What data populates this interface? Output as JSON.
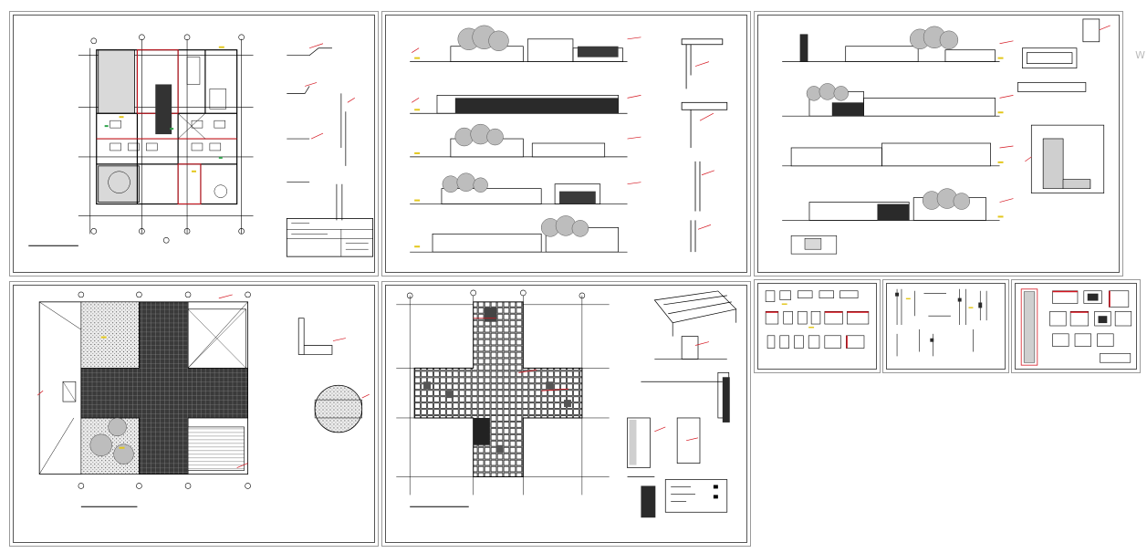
{
  "canvas": {
    "background": "#ffffff",
    "edge_glyph": "W"
  },
  "colors": {
    "line": "#000000",
    "accent_red": "#d4141e",
    "accent_yellow": "#e3c71c",
    "accent_green": "#2ea34a",
    "sheet_border": "#9a9a9a",
    "hatch_gray": "#8a8a8a"
  },
  "sheets": [
    {
      "id": "floor-plan",
      "label": "",
      "kind": "architectural floor plan with title block and wall details"
    },
    {
      "id": "elevations-a",
      "label": "",
      "kind": "five building elevations with trees and wall sections"
    },
    {
      "id": "elevations-b",
      "label": "",
      "kind": "four building elevations with sign detail"
    },
    {
      "id": "roof-plan",
      "label": "",
      "kind": "roof plan with hatched cross shaped roof and circular detail"
    },
    {
      "id": "ceiling-plan",
      "label": "",
      "kind": "reflected ceiling grid plan with isometric detail and notes"
    },
    {
      "id": "details-a",
      "label": "",
      "kind": "small window and door details"
    },
    {
      "id": "details-b",
      "label": "",
      "kind": "small section details"
    },
    {
      "id": "details-c",
      "label": "",
      "kind": "small furniture and cabinet details"
    }
  ]
}
